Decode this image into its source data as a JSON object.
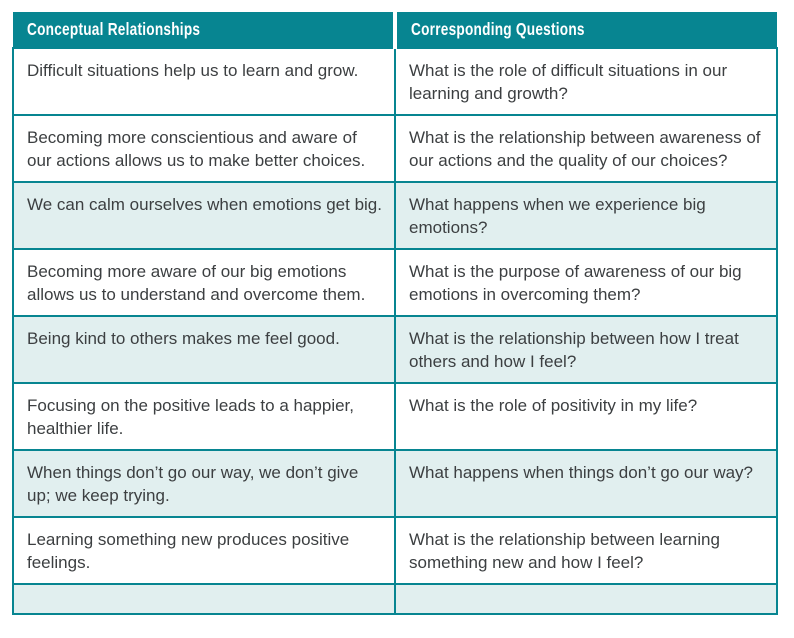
{
  "table": {
    "colors": {
      "accent": "#078591",
      "row_tint": "#e1efef",
      "text": "#3c3f41",
      "header_text": "#ffffff"
    },
    "columns": [
      {
        "label": "Conceptual Relationships"
      },
      {
        "label": "Corresponding Questions"
      }
    ],
    "rows": [
      {
        "relationship": "Difficult situations help us to learn and grow.",
        "question": "What is the role of difficult situations in our learning and growth?",
        "tinted": false
      },
      {
        "relationship": "Becoming more conscientious and aware of our actions allows us to make better choices.",
        "question": "What is the relationship between awareness of our actions and the quality of our choices?",
        "tinted": false
      },
      {
        "relationship": "We can calm ourselves when emotions get big.",
        "question": "What happens when we experience big emotions?",
        "tinted": true
      },
      {
        "relationship": "Becoming more aware of our big emotions allows us to understand and overcome them.",
        "question": "What is the purpose of awareness of our big emotions in overcoming them?",
        "tinted": false
      },
      {
        "relationship": "Being kind to others makes me feel good.",
        "question": "What is the relationship between how I treat others and how I feel?",
        "tinted": true
      },
      {
        "relationship": "Focusing on the positive leads to a happier, healthier life.",
        "question": "What is the role of positivity in my life?",
        "tinted": false
      },
      {
        "relationship": "When things don’t go our way, we don’t give up; we keep trying.",
        "question": "What happens when things don’t go our way?",
        "tinted": true
      },
      {
        "relationship": "Learning something new produces positive feelings.",
        "question": "What is the relationship between learning something new and how I feel?",
        "tinted": false
      },
      {
        "relationship": "",
        "question": "",
        "tinted": true
      }
    ]
  }
}
